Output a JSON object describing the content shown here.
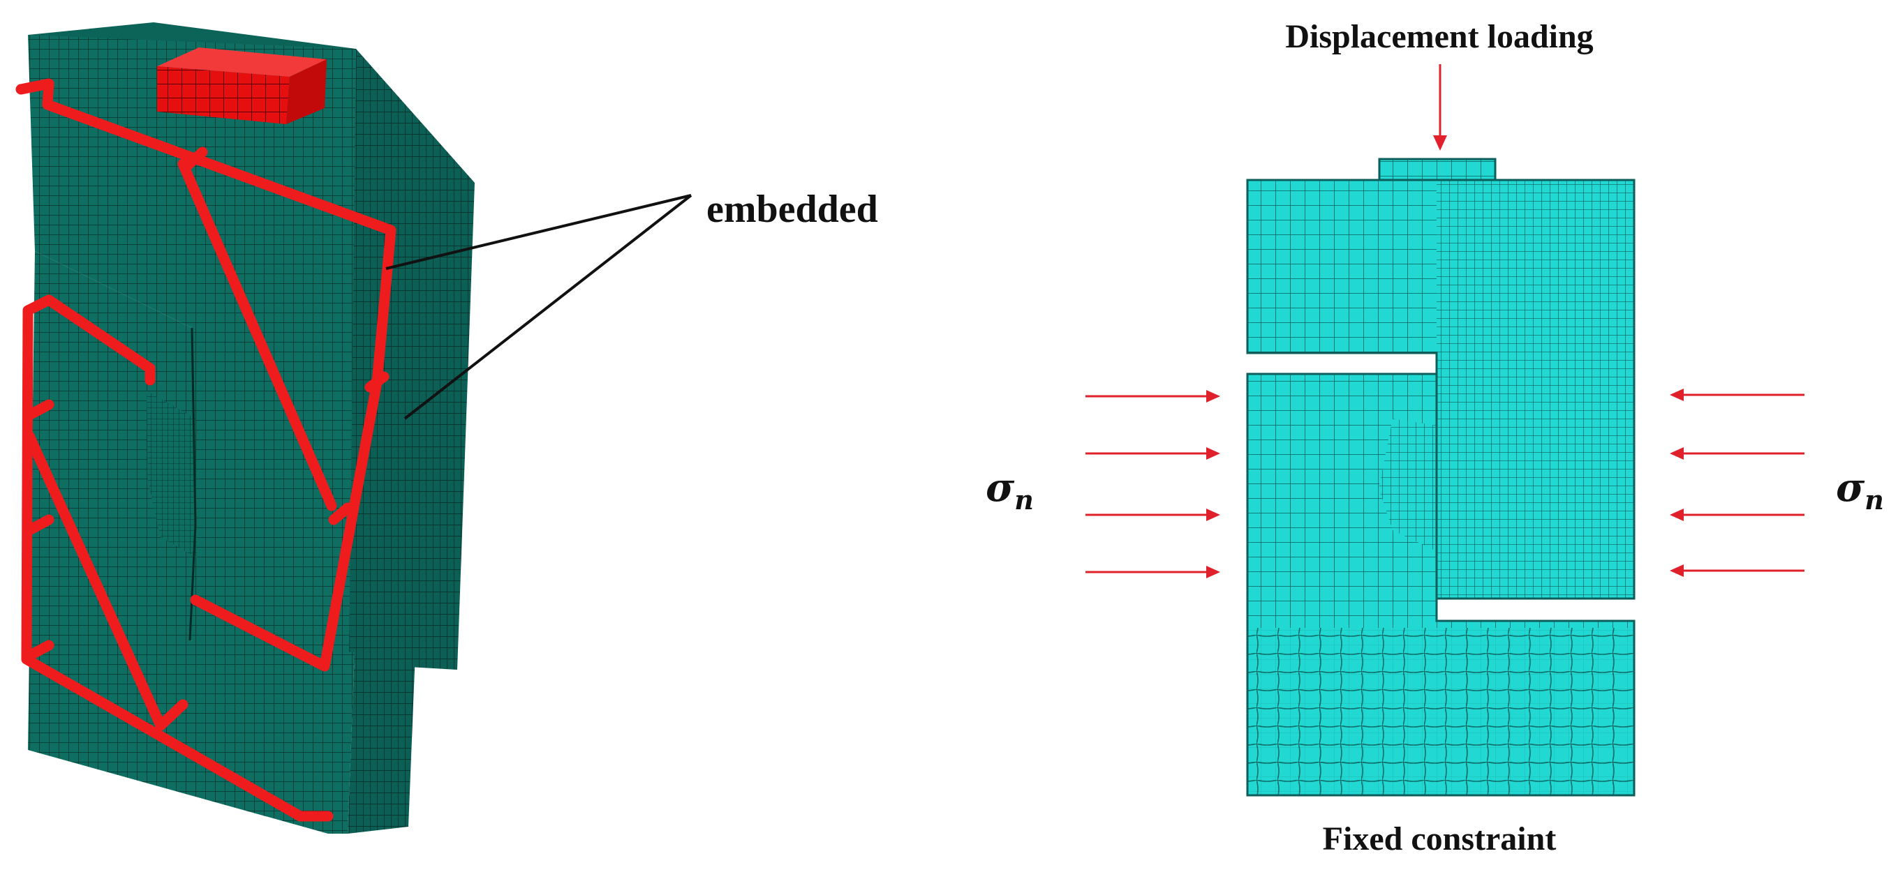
{
  "labels": {
    "embedded": "embedded",
    "displacement": "Displacement loading",
    "fixed": "Fixed constraint",
    "sigma_main": "σ",
    "sigma_sub": "n"
  },
  "colors": {
    "mesh_dark": "#0e6e62",
    "mesh_dark_line": "#06342e",
    "mesh_light": "#22d8d2",
    "mesh_light_line": "#0d5e5a",
    "rebar": "#ee1c1c",
    "arrow": "#e0202a"
  }
}
